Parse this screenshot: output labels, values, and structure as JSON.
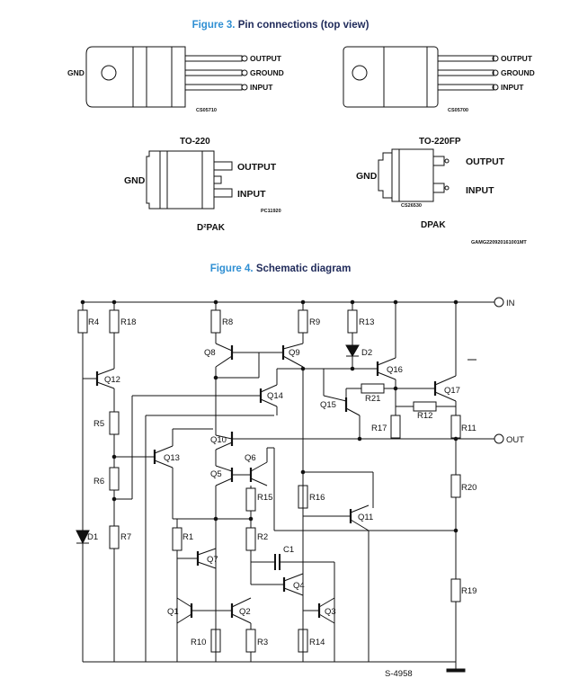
{
  "figure3": {
    "number": "Figure 3.",
    "title": "Pin connections (top view)"
  },
  "figure4": {
    "number": "Figure 4.",
    "title": "Schematic diagram"
  },
  "packages": {
    "to220": {
      "name": "TO-220",
      "code": "CS05710",
      "gnd": "GND",
      "pins": [
        "OUTPUT",
        "GROUND",
        "INPUT"
      ]
    },
    "to220fp": {
      "name": "TO-220FP",
      "code": "CS05700",
      "pins": [
        "OUTPUT",
        "GROUND",
        "INPUT"
      ]
    },
    "d2pak": {
      "name": "D²PAK",
      "code": "PC11920",
      "gnd": "GND",
      "pins": [
        "OUTPUT",
        "INPUT"
      ]
    },
    "dpak": {
      "name": "DPAK",
      "code": "CS26530",
      "gnd": "GND",
      "pins": [
        "OUTPUT",
        "INPUT"
      ]
    },
    "footer_code": "GAMG220920161001MT"
  },
  "schematic": {
    "terminals": {
      "in": "IN",
      "out": "OUT"
    },
    "drawing_code": "S-4958",
    "resistors": [
      "R1",
      "R2",
      "R3",
      "R4",
      "R5",
      "R6",
      "R7",
      "R8",
      "R9",
      "R10",
      "R11",
      "R12",
      "R13",
      "R14",
      "R15",
      "R16",
      "R17",
      "R18",
      "R19",
      "R20",
      "R21"
    ],
    "transistors": [
      "Q1",
      "Q2",
      "Q3",
      "Q4",
      "Q5",
      "Q6",
      "Q7",
      "Q8",
      "Q9",
      "Q10",
      "Q11",
      "Q12",
      "Q13",
      "Q14",
      "Q15",
      "Q16",
      "Q17"
    ],
    "diodes": [
      "D1",
      "D2"
    ],
    "capacitors": [
      "C1"
    ]
  }
}
